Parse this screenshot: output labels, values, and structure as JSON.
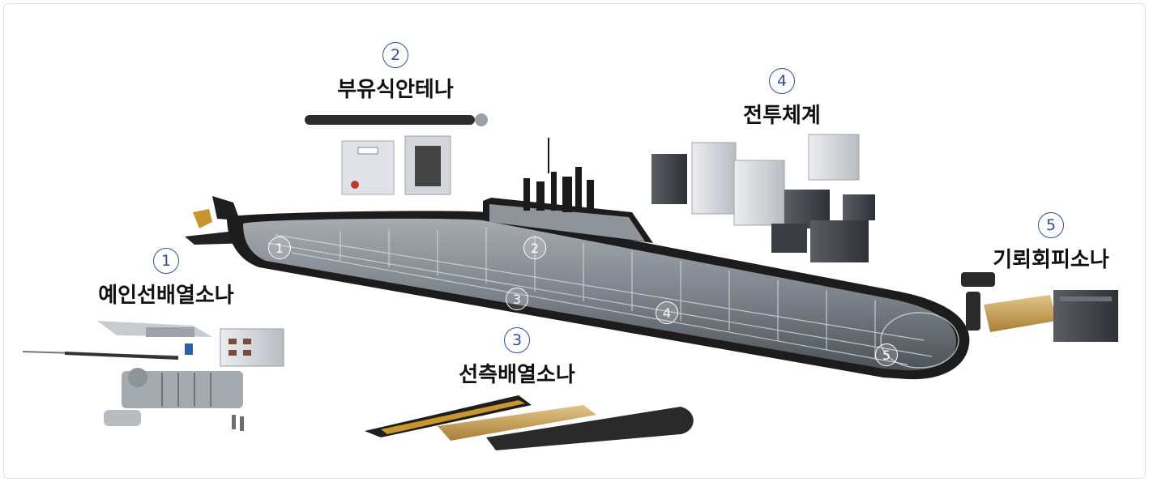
{
  "colors": {
    "callout_accent": "#2f4f9a",
    "hull_dark": "#1f1f1f",
    "interior": "#8a8f96",
    "equipment_light": "#dcdfe3",
    "brass": "#b58a3c"
  },
  "hull_markers": [
    "1",
    "2",
    "3",
    "4",
    "5"
  ],
  "callouts": [
    {
      "number": "1",
      "title": "예인선배열소나"
    },
    {
      "number": "2",
      "title": "부유식안테나"
    },
    {
      "number": "3",
      "title": "선측배열소나"
    },
    {
      "number": "4",
      "title": "전투체계"
    },
    {
      "number": "5",
      "title": "기뢰회피소나"
    }
  ]
}
